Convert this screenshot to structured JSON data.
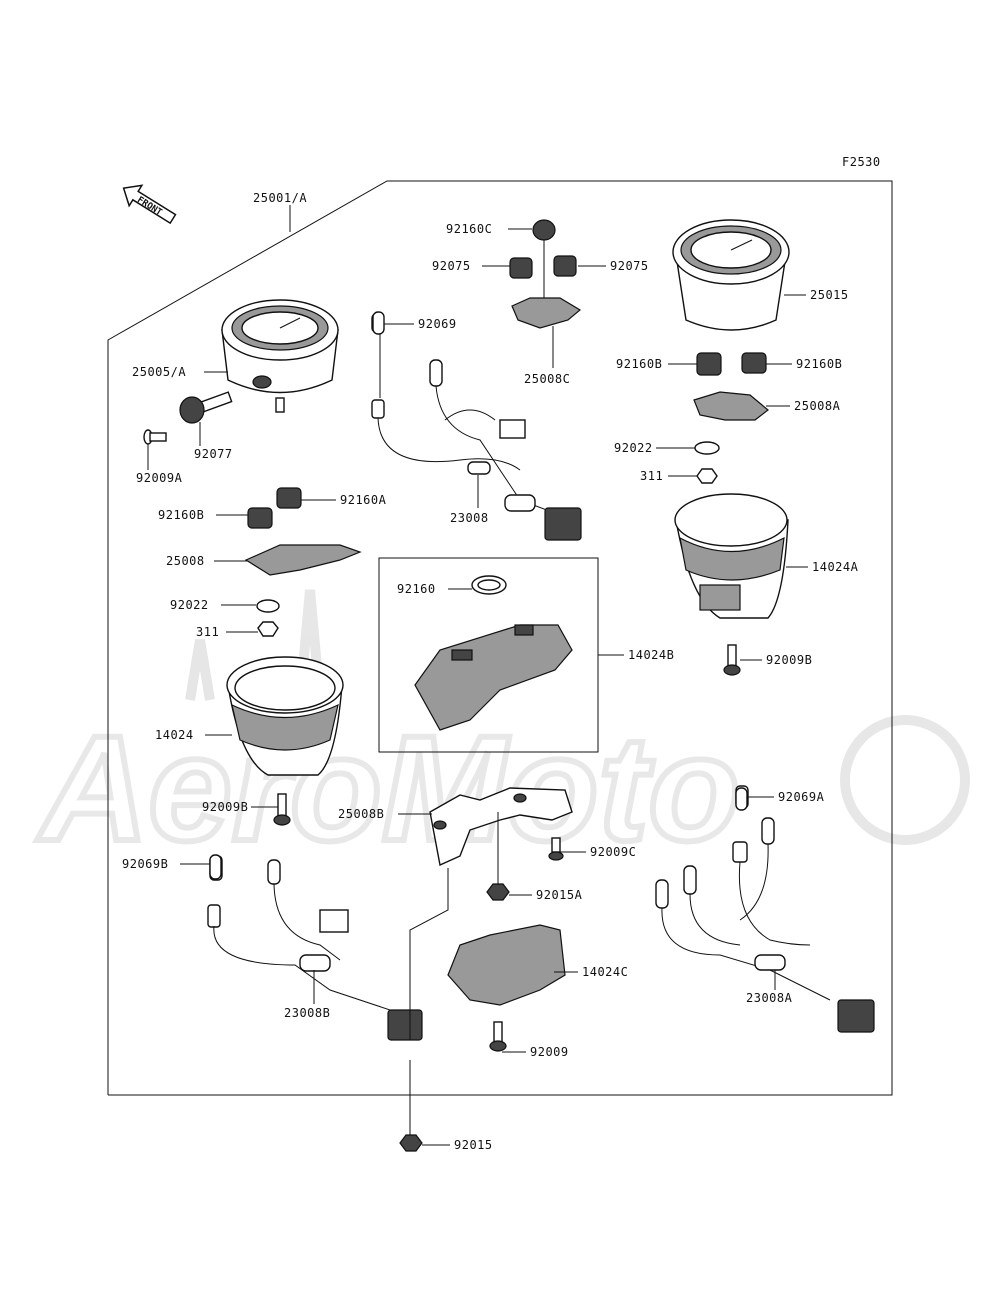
{
  "figure_code": "F2530",
  "front_arrow_text": "FRONT",
  "watermark_text": "AeroMoto",
  "labels": {
    "l25001A": "25001/A",
    "l92160C": "92160C",
    "l92075L": "92075",
    "l92075R": "92075",
    "l25015": "25015",
    "l92069": "92069",
    "l25008C": "25008C",
    "l92160B_R1": "92160B",
    "l92160B_R2": "92160B",
    "l25005A": "25005/A",
    "l25008A": "25008A",
    "l92022R": "92022",
    "l92009A": "92009A",
    "l92077": "92077",
    "l311R": "311",
    "l23008": "23008",
    "l92160A": "92160A",
    "l92160B_L": "92160B",
    "l25008": "25008",
    "l14024A": "14024A",
    "l92160": "92160",
    "l92022L": "92022",
    "l14024B": "14024B",
    "l311L": "311",
    "l92009B_R": "92009B",
    "l14024": "14024",
    "l92069A": "92069A",
    "l92009B_L": "92009B",
    "l25008B": "25008B",
    "l92009C": "92009C",
    "l92069B": "92069B",
    "l92015A": "92015A",
    "l14024C": "14024C",
    "l23008A": "23008A",
    "l23008B": "23008B",
    "l92009": "92009",
    "l92015": "92015"
  }
}
